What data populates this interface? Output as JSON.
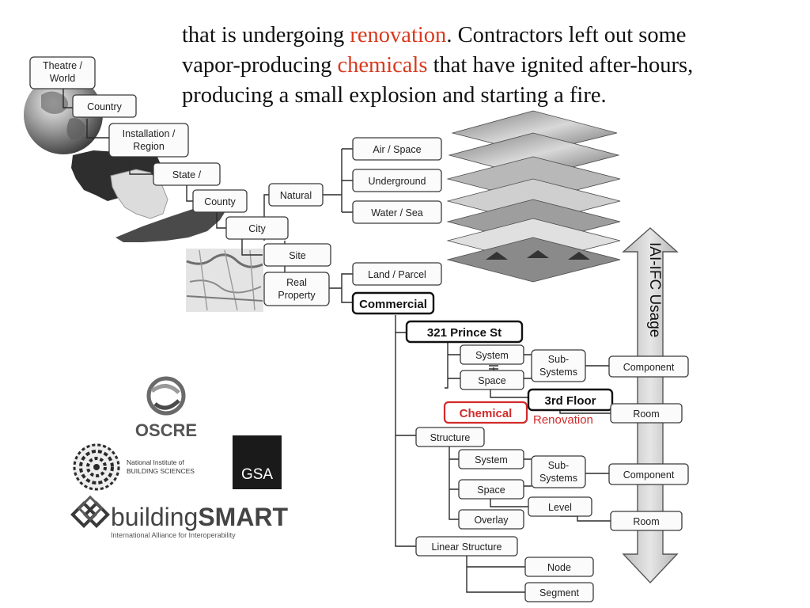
{
  "intro": {
    "line1_a": "that is undergoing ",
    "line1_hl": "renovation",
    "line1_b": ". Contractors left out some",
    "line2_a": "vapor-producing ",
    "line2_hl": "chemicals",
    "line2_b": " that have ignited after-hours,",
    "line3": "producing a small explosion and starting a fire.",
    "highlight_color": "#d83a1e"
  },
  "nodes": {
    "theatre": [
      "Theatre /",
      "World"
    ],
    "country": "Country",
    "installation": [
      "Installation /",
      "Region"
    ],
    "state": "State /",
    "county": "County",
    "city": "City",
    "site": "Site",
    "natural": "Natural",
    "air_space": "Air / Space",
    "underground": "Underground",
    "water_sea": "Water / Sea",
    "real_property": [
      "Real",
      "Property"
    ],
    "land_parcel": "Land / Parcel",
    "commercial": "Commercial",
    "prince_st": "321 Prince St",
    "system_1": "System",
    "space_1": "Space",
    "subsystems_1": [
      "Sub-",
      "Systems"
    ],
    "component_1": "Component",
    "third_floor": "3rd Floor",
    "chemical": "Chemical",
    "renovation": "Renovation",
    "room_1": "Room",
    "structure": "Structure",
    "system_2": "System",
    "space_2": "Space",
    "subsystems_2": [
      "Sub-",
      "Systems"
    ],
    "component_2": "Component",
    "level": "Level",
    "overlay": "Overlay",
    "room_2": "Room",
    "linear_structure": "Linear Structure",
    "node": "Node",
    "segment": "Segment"
  },
  "arrow_label": "IAI-IFC Usage",
  "logos": {
    "oscre": "OSCRE",
    "nibs_line1": "National Institute of",
    "nibs_line2": "BUILDING SCIENCES",
    "gsa": "GSA",
    "buildingsmart_a": "building",
    "buildingsmart_b": "SMART",
    "buildingsmart_tag": "International Alliance for Interoperability"
  },
  "colors": {
    "highlight": "#d83a1e",
    "chemical_red": "#d22a2a",
    "arrow_fill": "#cfcfcf",
    "gsa_black": "#1a1a1a"
  }
}
